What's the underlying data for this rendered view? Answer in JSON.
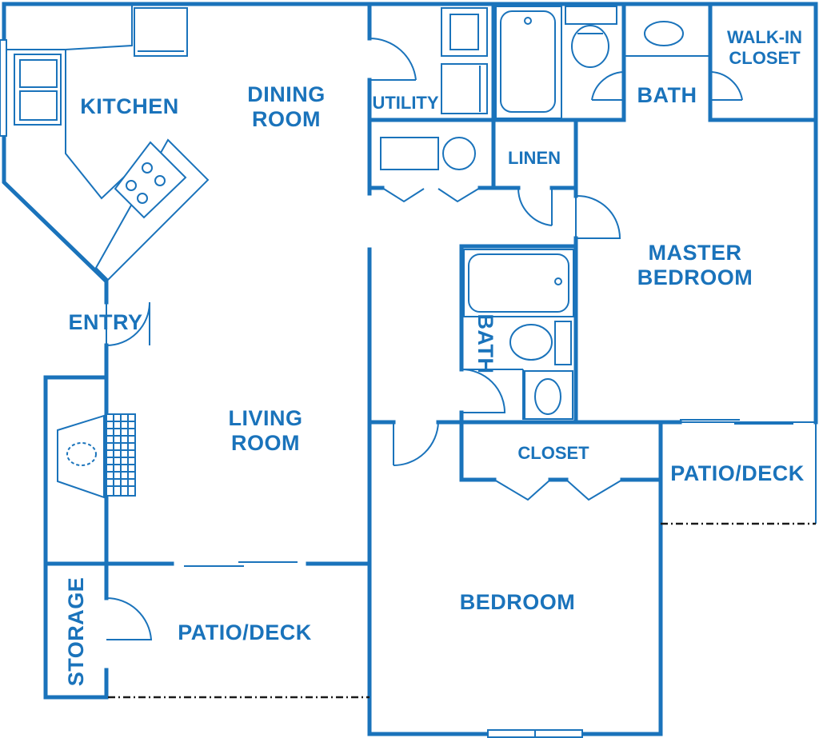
{
  "labels": {
    "kitchen": "KITCHEN",
    "dining_1": "DINING",
    "dining_2": "ROOM",
    "utility": "UTILITY",
    "linen": "LINEN",
    "bath_master": "BATH",
    "walkin_1": "WALK-IN",
    "walkin_2": "CLOSET",
    "master_1": "MASTER",
    "master_2": "BEDROOM",
    "entry": "ENTRY",
    "bath_2": "BATH",
    "living_1": "LIVING",
    "living_2": "ROOM",
    "closet": "CLOSET",
    "patio_right": "PATIO/DECK",
    "bedroom": "BEDROOM",
    "storage": "STORAGE",
    "patio_left": "PATIO/DECK"
  },
  "colors": {
    "wall": "#1a73bb",
    "background": "#ffffff",
    "patio_edge": "#1a1a1a"
  }
}
